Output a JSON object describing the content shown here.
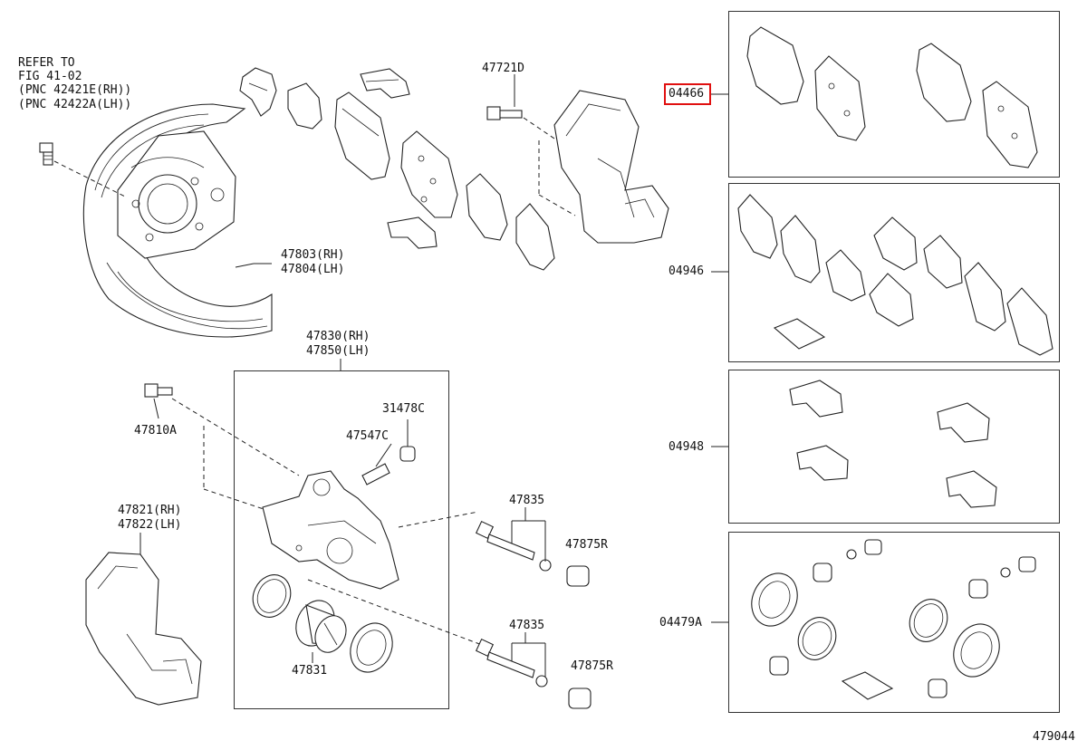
{
  "note": {
    "line1": "REFER TO",
    "line2": "FIG 41-02",
    "line3": "(PNC 42421E(RH))",
    "line4": "(PNC 42422A(LH))"
  },
  "labels": {
    "p47721d": "47721D",
    "p47803": "47803(RH)",
    "p47804": "47804(LH)",
    "p47830": "47830(RH)",
    "p47850": "47850(LH)",
    "p31478c": "31478C",
    "p47547c": "47547C",
    "p47810a": "47810A",
    "p47821": "47821(RH)",
    "p47822": "47822(LH)",
    "p47835a": "47835",
    "p47875ra": "47875R",
    "p47835b": "47835",
    "p47875rb": "47875R",
    "p47831": "47831",
    "k04466": "04466",
    "k04946": "04946",
    "k04948": "04948",
    "k04479a": "04479A",
    "figno": "479044"
  },
  "highlight_color": "#e01010"
}
